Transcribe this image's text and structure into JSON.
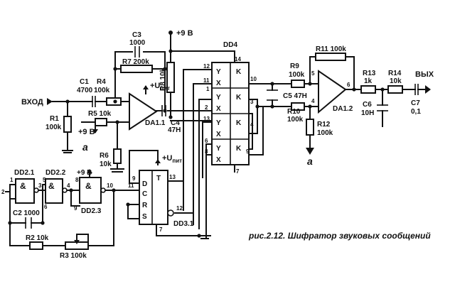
{
  "caption": "рис.2.12. Шифратор звуковых сообщений",
  "labels": {
    "input": "ВХОД",
    "output": "ВЫХ",
    "supply": "+9 В",
    "ground_a": "a",
    "upit": "+U",
    "upit_sub": "пит"
  },
  "components": {
    "C1": "C1",
    "C1_val": "4700",
    "R4": "R4",
    "R4_val": "100k",
    "R1": "R1",
    "R1_val": "100k",
    "R5": "R5 10k",
    "C3": "C3",
    "C3_val": "1000",
    "R7": "R7 200k",
    "R8": "R8 10k",
    "R6": "R6",
    "R6_val": "10k",
    "DA1_1": "DA1.1",
    "C4": "C4",
    "C4_val": "47H",
    "DD4": "DD4",
    "C5": "C5 47H",
    "R9": "R9",
    "R9_val": "100k",
    "R10": "R10",
    "R10_val": "100k",
    "R11": "R11 100k",
    "R12": "R12",
    "R12_val": "100k",
    "DA1_2": "DA1.2",
    "R13": "R13",
    "R13_val": "1k",
    "R14": "R14",
    "R14_val": "10k",
    "C6": "C6",
    "C6_val": "10H",
    "C7": "C7",
    "C7_val": "0,1",
    "DD2_1": "DD2.1",
    "DD2_2": "DD2.2",
    "DD2_3": "DD2.3",
    "C2": "C2 1000",
    "R2": "R2 10k",
    "R3": "R3 100k",
    "DD3_1": "DD3.1"
  },
  "pins": {
    "p1": "1",
    "p2": "2",
    "p3": "3",
    "p4": "4",
    "p5": "5",
    "p6": "6",
    "p7": "7",
    "p8": "8",
    "p9": "9",
    "p10": "10",
    "p11": "11",
    "p12": "12",
    "p13": "13",
    "p14": "14"
  },
  "logic": {
    "amp": "&",
    "Y": "Y",
    "X": "X",
    "K": "K",
    "D": "D",
    "C": "C",
    "R": "R",
    "S": "S",
    "T": "T"
  }
}
